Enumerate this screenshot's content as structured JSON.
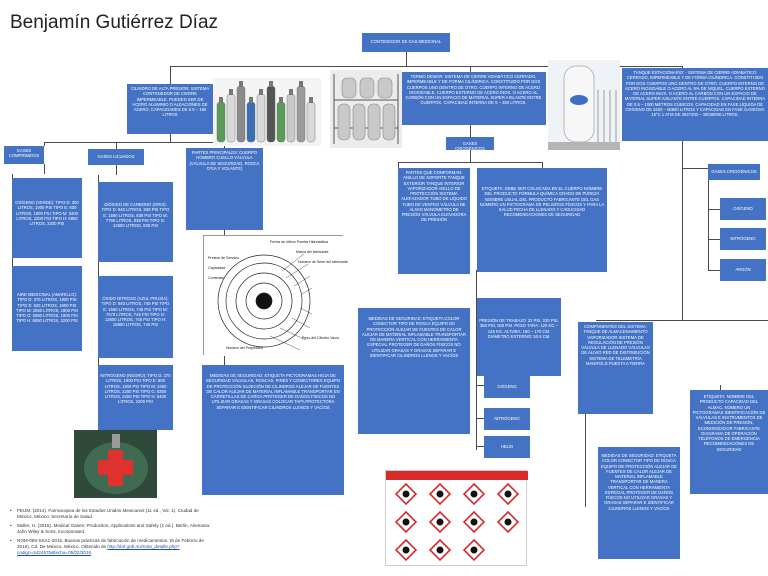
{
  "title": "Benjamín Gutiérrez Díaz",
  "root": "CONTENEDOR DE GAS MEDICINAL",
  "cilindro": "CILINDRO DE ALTA PRESIÓN: SISTEMA CONTENEDOR DE CIERRE IMPERMEABLE. PUEDEN SER DE ACERO ALUMINIO O ALEACIONES DE ACERO. CAPACIDADES DE 0.5 – 150 LITROS",
  "termo": "TERMO DEWAR: SISTEMA DE CIERRE ADIABÁTICO CERRADO, IMPERMEABLE Y DE FORMA CILÍNDRICA. CONSTITUIDO POR DOS CUERPOS UNO DENTRO DE OTRO. CUERPO INTERNO DE ACERO INOXIDABLE, CUERPO EXTERNO DE ACERO INOX. O ACERO AL CARBÓN CON UN ESPACIO DE MATERIAL SUPER AISLANTE ENTRE CUERPOS. CAPACIDAD INTERNA DE 5 – 250 LITROS.",
  "tanque": "TANQUE ESTACIONARIO: - SISTEMA DE CIERRE ADIABÁTICO CERRADO, IMPERMEABLE Y DE FORMA CILÍNDRICA. CONSTITUIDO POR DOS CUERPOS UNO DENTRO DE OTRO. CUERPO INTERNO DE ACERO INOXIDABLE O ACERO AL 9% DE NIQUEL, CUERPO EXTERNO DE ACERO INOX. O ACERO AL CARBÓN CON UN ESPACIO DE MATERIAL SUPER AISLANTE ENTRE CUERPOS. CAPACIDAD INTERNA DE 0.5 – 1000 METROS CÚBICOS. CAPACIDAD EN FASE LÍQUIDA DE OXÍGENO DE 3400 – 56800 LITROS Y CAPACIDAD EN FASE GASEOSA 15°C 1 ATM DE 2927400 – 49048000 LITROS.",
  "gases_comprimidos": "GASES COMPRIMIDOS",
  "gases_licuados": "GASES LICUADOS",
  "partes_principales": "PARTES PRINCIPALES: CUERPO HOMBRO CUELLO VÁLVULA (VÁLVULA DE SEGURIDAD, ROSCA O'GA Y VOLANTE)",
  "oxigeno_verde": "OXÍGENO (VERDE): TIPO D: 300 LITROS, 1900 PSI TIPO E: 600 LITROS, 1900 PSI TIPO M: 3400 LITROS, 2200 PSI TIPO H: 6900 LITROS, 2200 PSI",
  "aire_medicinal": "AIRE MEDICINAL (AMARILLO): TIPO D: 375 LITROS, 1900 PSI TIPO E: 625 LITROS, 1900 PSI TIPO M: 2850 LITROS, 1900 PSI TIPO G: 5060 LITROS, 1900 PSI TIPO H: 6550 LITROS, 2200 PSI",
  "co2": "DIÓXIDO DE CARBONO (GRIS): TIPO D: 940 LITROS, 838 PSI TIPO E: 1590 LITROS, 838 PSI TIPO M: 7790 LITROS, 838 PSI TIPO G: 12800 LITROS, 838 PSI",
  "n2o": "ÓXIDO NITROSO (AZUL PRUSIA): TIPO D: 940 LITROS, 745 PSI TIPO E: 1590 LITROS, 745 PSI TIPO M: 7570 LITROS, 745 PSI TIPO G: 13800 LITROS, 745 PSI TIPO H: 15800 LITROS, 745 PSI",
  "nitrogeno_negro": "NITRÓGENO (NEGRO): TIPO D: 370 LITROS, 1900 PSI TIPO E: 600 LITROS, 1900 PSI TIPO M: 2460 LITROS, 2200 PSI TIPO G: 5300 LITROS, 2200 PSI TIPO H: 6400 LITROS, 2200 PSI",
  "medidas_cilindro": "MEDIDAS DE SEGURIDAD: ETIQUETA PICTOGRAMAS HOJA DE SEGURIDAD VÁLVULAS, ROSCAS, PINES Y CONECTORES EQUIPO DE PROTECCIÓN SUJECIÓN DE CILINDROS ALEJAR DE FUENTES DE CALOR ALEJAR DE MATERIAL INFLAMABLE TRANSPORTAR EN CARRETILLAS DE CARGA PROTEGER DE DAÑOS FÍSICOS NO UTILIZAR GRASAS Y GRASAS COLOCAR TAPA PROTECTORA SEPARAR E IDENTIFICAR CILINDROS LLENOS Y VACÍOS",
  "gases_criogenicos": "GASES CRIOGÉNICOS",
  "partes_termo": "PARTES QUE CONFORMAN: ANILLO DE SOPORTE TANQUE EXTERIOR TANQUE INTERIOR VAPORIZADOR ANILLO DE PROTECCIÓN SISTEMA ALEFAZADOR TUBO DE LIQUIDO TUBO DE VENTEO VÁLVULA DE ALIVIO MANÓMETRO DE PRESIÓN VÁLVULA ELEVADORA DE PRESIÓN",
  "etiqueta_termo": "ETIQUETA: DEBE SER COLOCADA EN EL CUERPO NOMBRE DEL PRODUCTO FÓRMULA QUÍMICA GRADO DE PUREZA NOMBRE USUAL DEL PRODUCTO FABRICANTE DEL GAS NÚMERO UN PICTOGRAMA DE PELIGROS FÍSICOS Y PARA LA SALUD FECHA DE LLENADO Y CADUCIDAD RECOMENDACIONES DE SEGURIDAD",
  "presion_termo": "PRESIÓN DE TRABAJO: 22 PSI, 230 PSI, 350 PSI, 500 PSI. PESO TARA: 120 KG – 145 KG. ALTURA: 160 – 170 CM. DIÁMETRO EXTERNO: 50.8 CM.",
  "medidas_termo": "MEDIDAS DE SEGURIDAD: ETIQUETA COLOR CONECTOR TIPO DE ROSCA EQUIPO DE PROTECCIÓN ALEJAR DE FUENTES DE CALOR ALEJAR DE MATERIAL INFLAMABLE TRANSPORTAR DE MANERA VERTICAL CON HERRAMIENTA ESPECIAL PROTEGER DE DAÑOS FÍSICOS NO UTILIZAR GRASAS Y GRASAS SEPARAR E IDENTIFICAR CILINDROS LLENOS Y VACÍOS",
  "gas_oxigeno": "OXÍGENO",
  "gas_nitrogeno": "NITRÓGENO",
  "gas_helio": "HELIO",
  "tanque_gases_criogenicos": "GASES CRIOGÉNICOS",
  "tanque_oxigeno": "OXÍGENO",
  "tanque_nitrogeno": "NITRÓGENO",
  "tanque_argon": "ARGÓN",
  "componentes_tanque": "COMPONENTES DEL SISTEMA: TANQUE DE ALMACENAMIENTO VAPORIZADOR SISTEMA DE REGULACIÓN DE PRESIÓN VÁLVULA DE LLENADO VÁLVULAS DE ALIVIO RED DE DISTRIBUCIÓN SISTEMA DE TELEMETRÍA MANIFOLD PUESTA A TIERRA",
  "etiqueta_tanque": "ETIQUETA: NOMBRE DEL PRODUCTO CAPACIDAD DEL ALMAC. NÚMERO UN PICTOGRAMAS IDENTIFICACIÓN DE VÁLVULAS E INSTRUMENTOS DE MEDICIÓN DE PRESIÓN, ECONOMIZADOR FABRICANTE DIAGRAMA DE OPERACIÓN TELÉFONOS DE EMERGENCIA RECOMENDACIONES DE SEGURIDAD",
  "medidas_tanque": "MEDIDAS DE SEGURIDAD: ETIQUETA COLOR CONECTOR TIPO DE ROSCA EQUIPO DE PROTECCIÓN ALEJAR DE FUENTES DE CALOR ALEJAR DE MATERIAL INFLAMABLE TRANSPORTAR DE MANERA VERTICAL CON HERRAMIENTA ESPECIAL PROTEGER DE DAÑOS FÍSICOS NO UTILIZAR GRASAS Y GRASAS SEPARAR E IDENTIFICAR CILINDROS LLENOS Y VACÍOS",
  "pictogramas_title": "Pictogramas de peligro",
  "label_lines": [
    "Fecha de último Prueba Hidrostática",
    "Marca del fabricante",
    "Número de Serie del fabricante",
    "Presión de Servicio",
    "Capacidad",
    "Contenido",
    "Peso del Cilindro Vacío",
    "Número del Propietario"
  ],
  "references": [
    "FEUM. (2014). Farmacopea de los Estados Unidos Mexicanos (11 ed., Vol. 1). Ciudad de México, México: Secretaría de Salud.",
    "Müller, H. (2015). Medical Gases: Production, Applications and Safety (1 ed.). Berlin, Alemania: John Wiley & Sons, Incorporated.",
    "NOM-059-SSA1-2015, Buenas prácticas de fabricación de medicamentos. (5 de Febrero de 2016). Cd. De México, México. Obtenido de"
  ],
  "ref_link": "http://dof.gob.mx/nota_detalle.php?codigo=5424575&fecha=05/02/2016",
  "colors": {
    "box": "#4472c4",
    "line": "#4a4a4a"
  }
}
